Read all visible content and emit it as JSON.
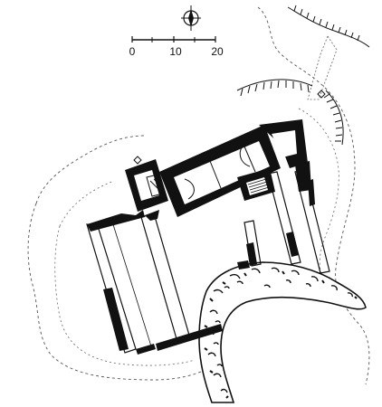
{
  "north_arrow": {
    "label": "",
    "icon": "north-arrow-icon"
  },
  "scale_bar": {
    "ticks": [
      "0",
      "10",
      "20"
    ]
  },
  "colors": {
    "ink": "#111111",
    "paper": "#ffffff"
  }
}
